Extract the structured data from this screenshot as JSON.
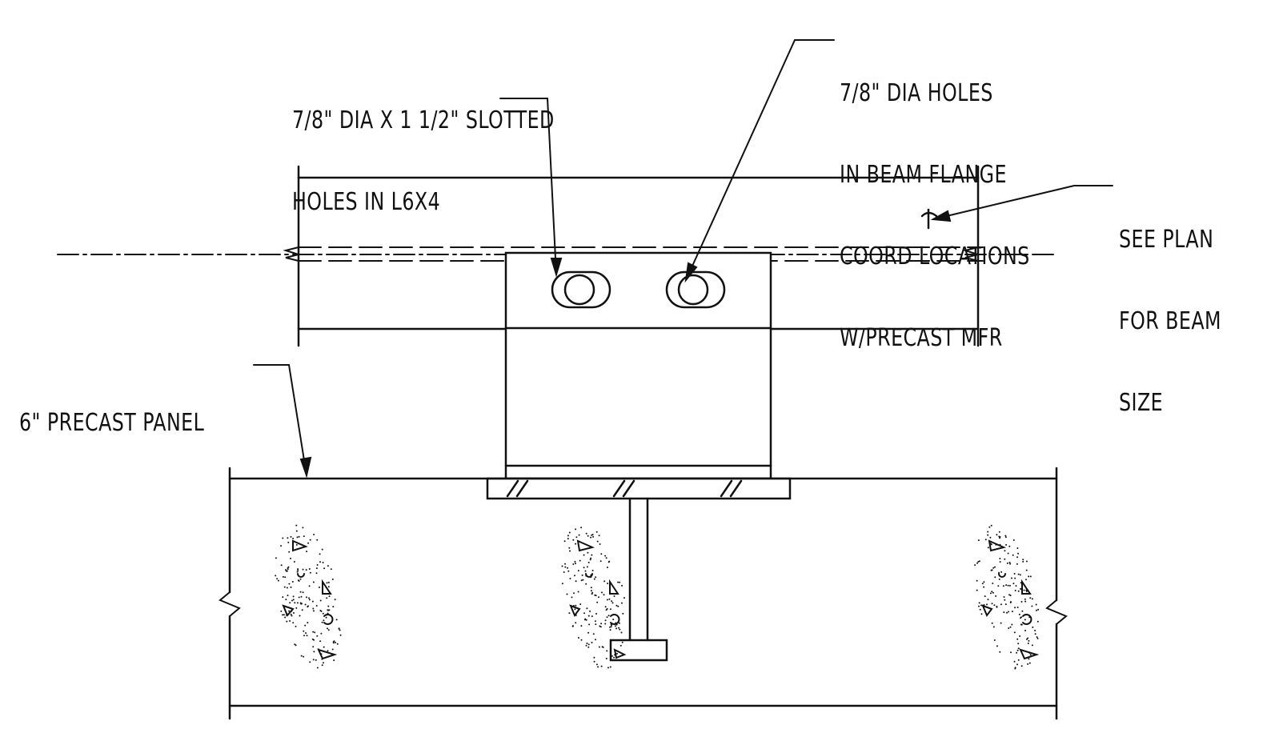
{
  "notes": {
    "slotted_holes": {
      "line1": "7/8\" DIA X 1 1/2\" SLOTTED",
      "line2": "HOLES IN L6X4"
    },
    "flange_holes": {
      "line1": "7/8\" DIA HOLES",
      "line2": "IN BEAM FLANGE",
      "line3": "COORD LOCATIONS",
      "line4": "W/PRECAST MFR"
    },
    "beam_size": {
      "line1": "SEE PLAN",
      "line2": "FOR BEAM",
      "line3": "SIZE"
    },
    "panel": {
      "line1": "6\" PRECAST PANEL"
    }
  },
  "colors": {
    "line": "#111111",
    "background": "#ffffff"
  }
}
